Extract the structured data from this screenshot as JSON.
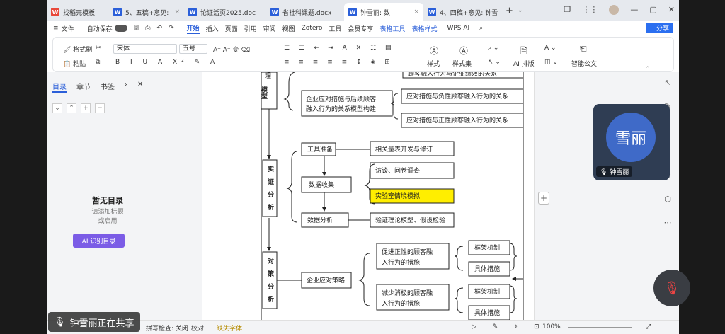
{
  "tabs": [
    {
      "label": "找稻壳模板",
      "icon_color": "#e8483a",
      "icon": "W"
    },
    {
      "label": "5、五稿+意见:",
      "icon_color": "#2b5fd9",
      "icon": "W"
    },
    {
      "label": "论证活页2025.doc",
      "icon_color": "#2b5fd9",
      "icon": "W"
    },
    {
      "label": "省社科课题.docx",
      "icon_color": "#2b5fd9",
      "icon": "W"
    },
    {
      "label": "钟雪丽: 数",
      "icon_color": "#2b5fd9",
      "icon": "W",
      "active": true
    },
    {
      "label": "4、四稿+意见: 钟雪",
      "icon_color": "#2b5fd9",
      "icon": "W"
    }
  ],
  "menu": {
    "file": "文件",
    "autosave": "自动保存",
    "items": [
      "开始",
      "插入",
      "页面",
      "引用",
      "审阅",
      "视图",
      "Zotero",
      "工具",
      "会员专享",
      "表格工具",
      "表格样式",
      "WPS AI"
    ],
    "share": "分享"
  },
  "ribbon": {
    "format_painter": "格式刷",
    "paste": "粘贴",
    "font_name": "宋体",
    "font_size": "五号",
    "styles": "样式",
    "style_set": "样式集",
    "ai_layout": "AI 排版",
    "smart_doc": "智能公文"
  },
  "sidebar": {
    "tabs": [
      "目录",
      "章节",
      "书签"
    ],
    "no_toc_title": "暂无目录",
    "no_toc_hint1": "请添加标题",
    "no_toc_hint2": "或启用",
    "ai_toc": "AI 识别目录"
  },
  "diagram": {
    "stage1_partial": "模型",
    "stage1_partial_top": "理",
    "stage2": [
      "实",
      "证",
      "分",
      "析"
    ],
    "stage3": [
      "对",
      "策",
      "分",
      "析"
    ],
    "top_cut_text": "顾客融入行为与企业绩效的关系",
    "model_box": [
      "企业应对措施与后续顾客",
      "融入行为的关系模型构建"
    ],
    "model_sub1": "应对措施与负性顾客融入行为的关系",
    "model_sub2": "应对措施与正性顾客融入行为的关系",
    "tool_prep": "工具准备",
    "tool_prep_sub": "相关量表开发与修订",
    "data_collect": "数据收集",
    "data_collect_sub1": "访谈、问卷调查",
    "data_collect_sub2": "实验室情境模拟",
    "data_analysis": "数据分析",
    "data_analysis_sub": "验证理论模型、假设检验",
    "strategy": "企业应对策略",
    "positive": [
      "促进正性的顾客融",
      "入行为的措施"
    ],
    "negative": [
      "减少消极的顾客融",
      "入行为的措施"
    ],
    "framework": "框架机制",
    "measures": "具体措施",
    "highlight_color": "#ffee00"
  },
  "video": {
    "avatar_text": "雪丽",
    "name": "钟雪丽"
  },
  "sharing_banner": "钟雪丽正在共享",
  "status": {
    "spell": "拼写检查: 关闭",
    "proof": "校对",
    "missing_font": "缺失字体",
    "zoom": "100%"
  }
}
